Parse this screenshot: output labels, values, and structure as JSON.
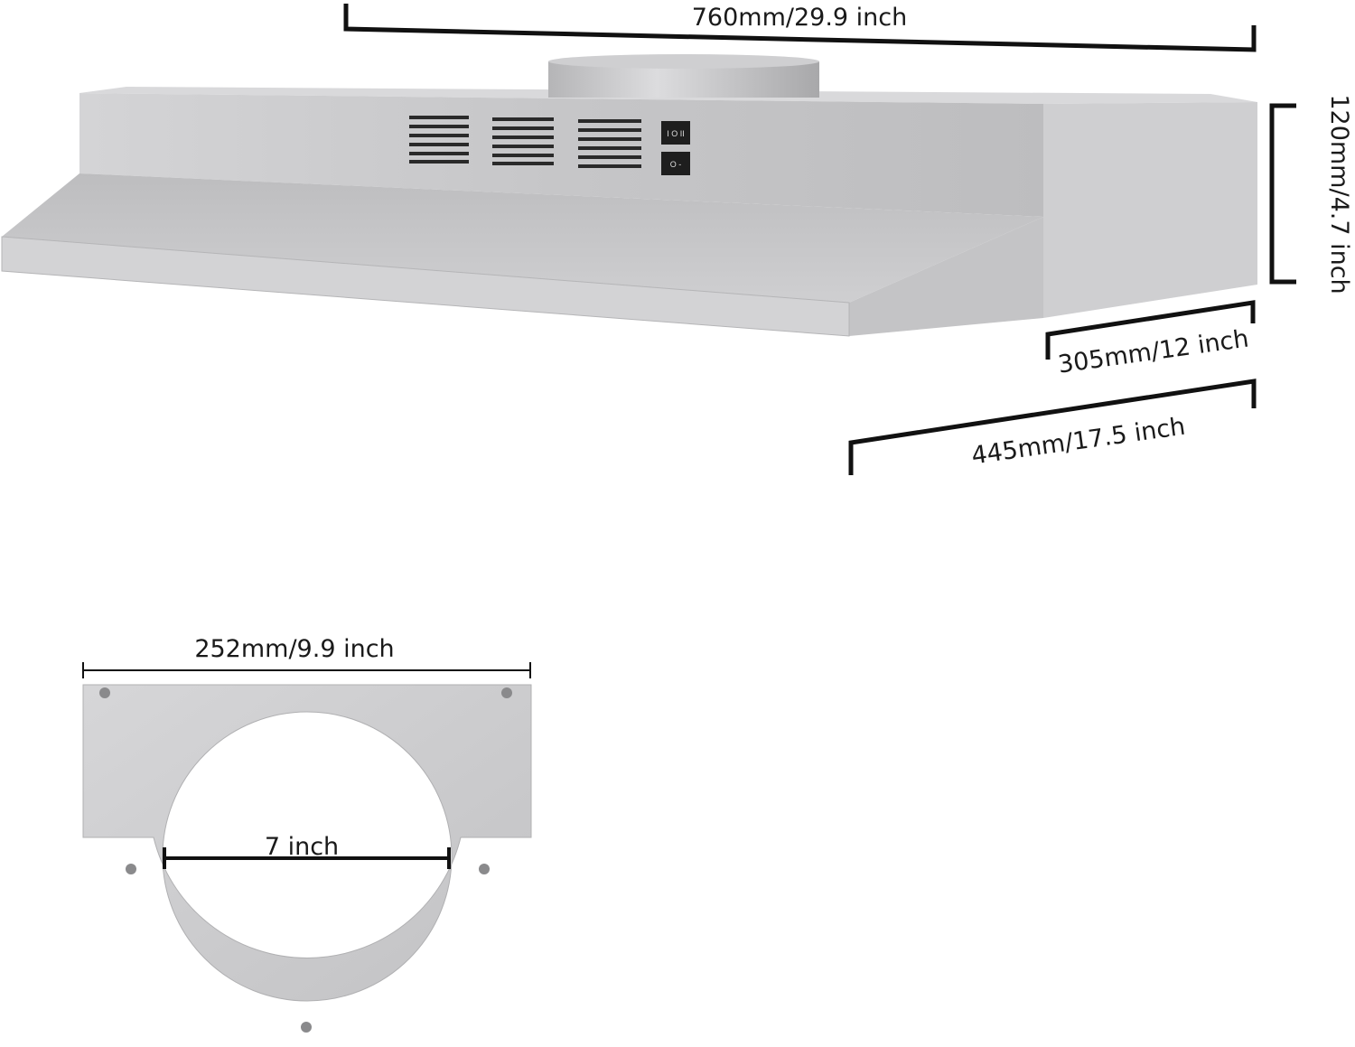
{
  "hood": {
    "width_label": "760mm/29.9 inch",
    "height_label": "120mm/4.7 inch",
    "depth_label": "305mm/12 inch",
    "full_depth_label": "445mm/17.5 inch",
    "switch_top_glyph": "I O II",
    "switch_bottom_glyph": "O -"
  },
  "plate": {
    "width_label": "252mm/9.9 inch",
    "duct_label": "7 inch"
  },
  "colors": {
    "steel": "#c9c9cb",
    "steel_dark": "#a9a9ab",
    "dimension_line": "#111111"
  }
}
